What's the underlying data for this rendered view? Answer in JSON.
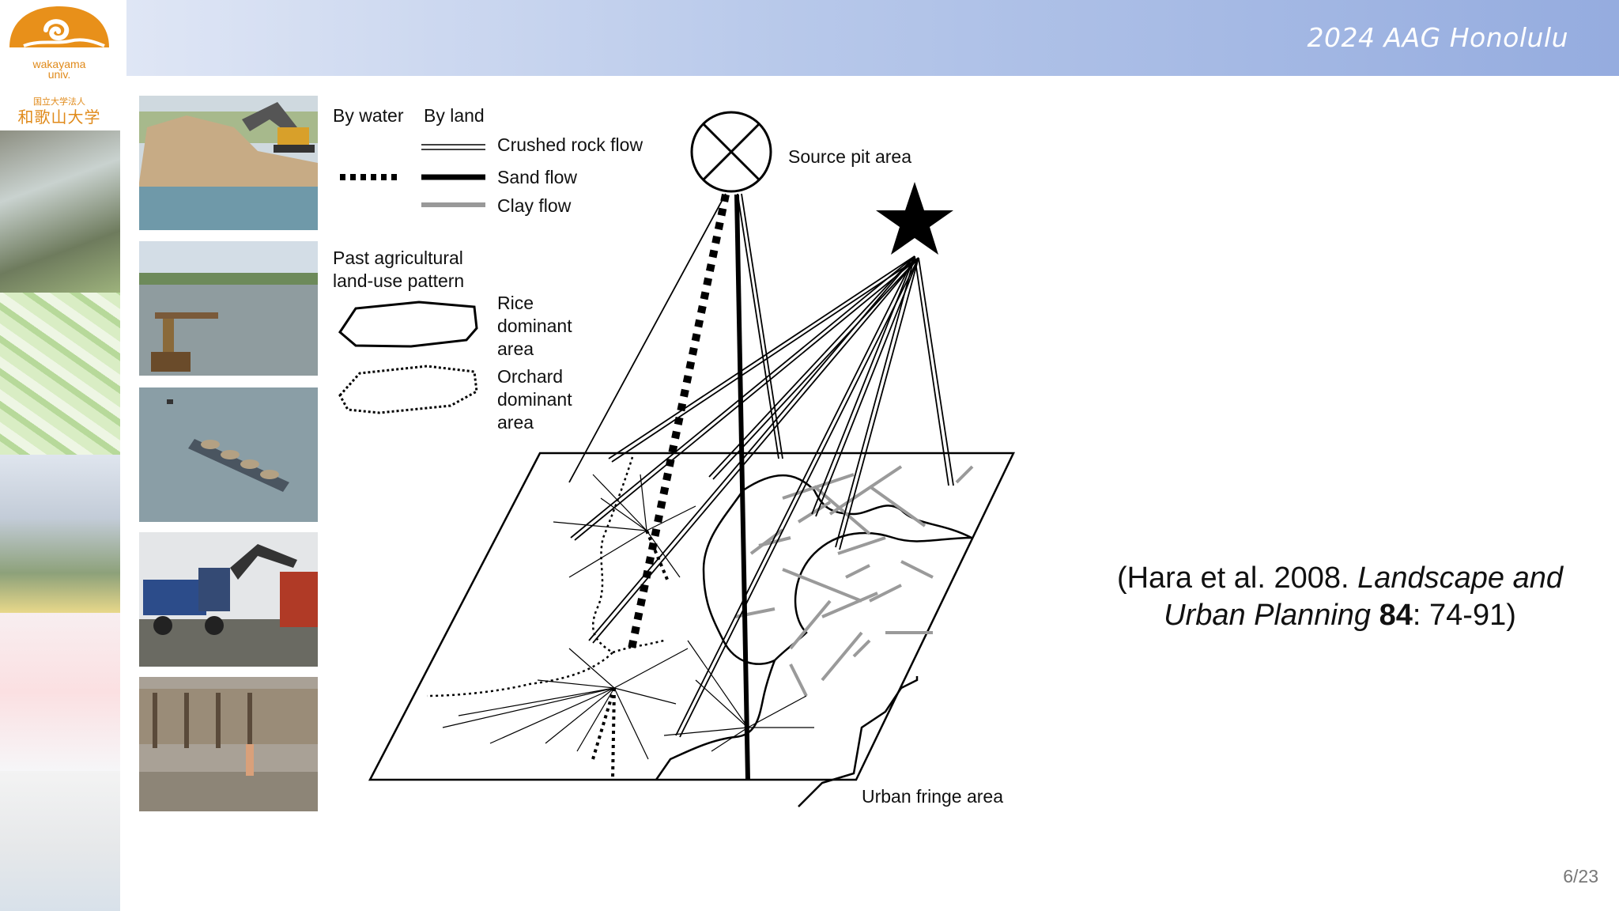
{
  "header": {
    "conference": "2024 AAG Honolulu"
  },
  "logo": {
    "name_en_line1": "wakayama",
    "name_en_line2": "univ.",
    "name_jp_small": "国立大学法人",
    "name_jp": "和歌山大学",
    "color": "#e8901a"
  },
  "diagram": {
    "legend": {
      "by_water": "By water",
      "by_land": "By land",
      "crushed_rock": "Crushed rock flow",
      "sand": "Sand flow",
      "clay": "Clay flow",
      "past_title_1": "Past agricultural",
      "past_title_2": "land-use pattern",
      "rice_1": "Rice",
      "rice_2": "dominant",
      "rice_3": "area",
      "orchard_1": "Orchard",
      "orchard_2": "dominant",
      "orchard_3": "area"
    },
    "source_label": "Source pit area",
    "urban_label": "Urban fringe area"
  },
  "citation": {
    "prefix": "(Hara et al. 2008. ",
    "journal_line1": "Landscape and",
    "journal_line2": "Urban Planning",
    "volume": "84",
    "pages": ": 74-91)"
  },
  "page": {
    "number": "6/23"
  }
}
